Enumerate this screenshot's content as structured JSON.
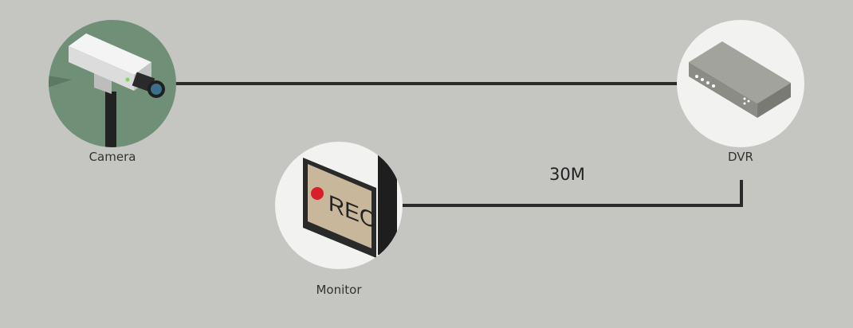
{
  "nodes": {
    "camera": {
      "label": "Camera"
    },
    "dvr": {
      "label": "DVR"
    },
    "monitor": {
      "label": "Monitor",
      "screen_text": "REC"
    }
  },
  "link": {
    "distance": "30M"
  },
  "colors": {
    "background": "#c5c5c1",
    "camera_circle": "#6f8f77",
    "device_circle": "#f2f2f1",
    "cable": "#2b2b2b",
    "rec_dot": "#d81e2a"
  }
}
